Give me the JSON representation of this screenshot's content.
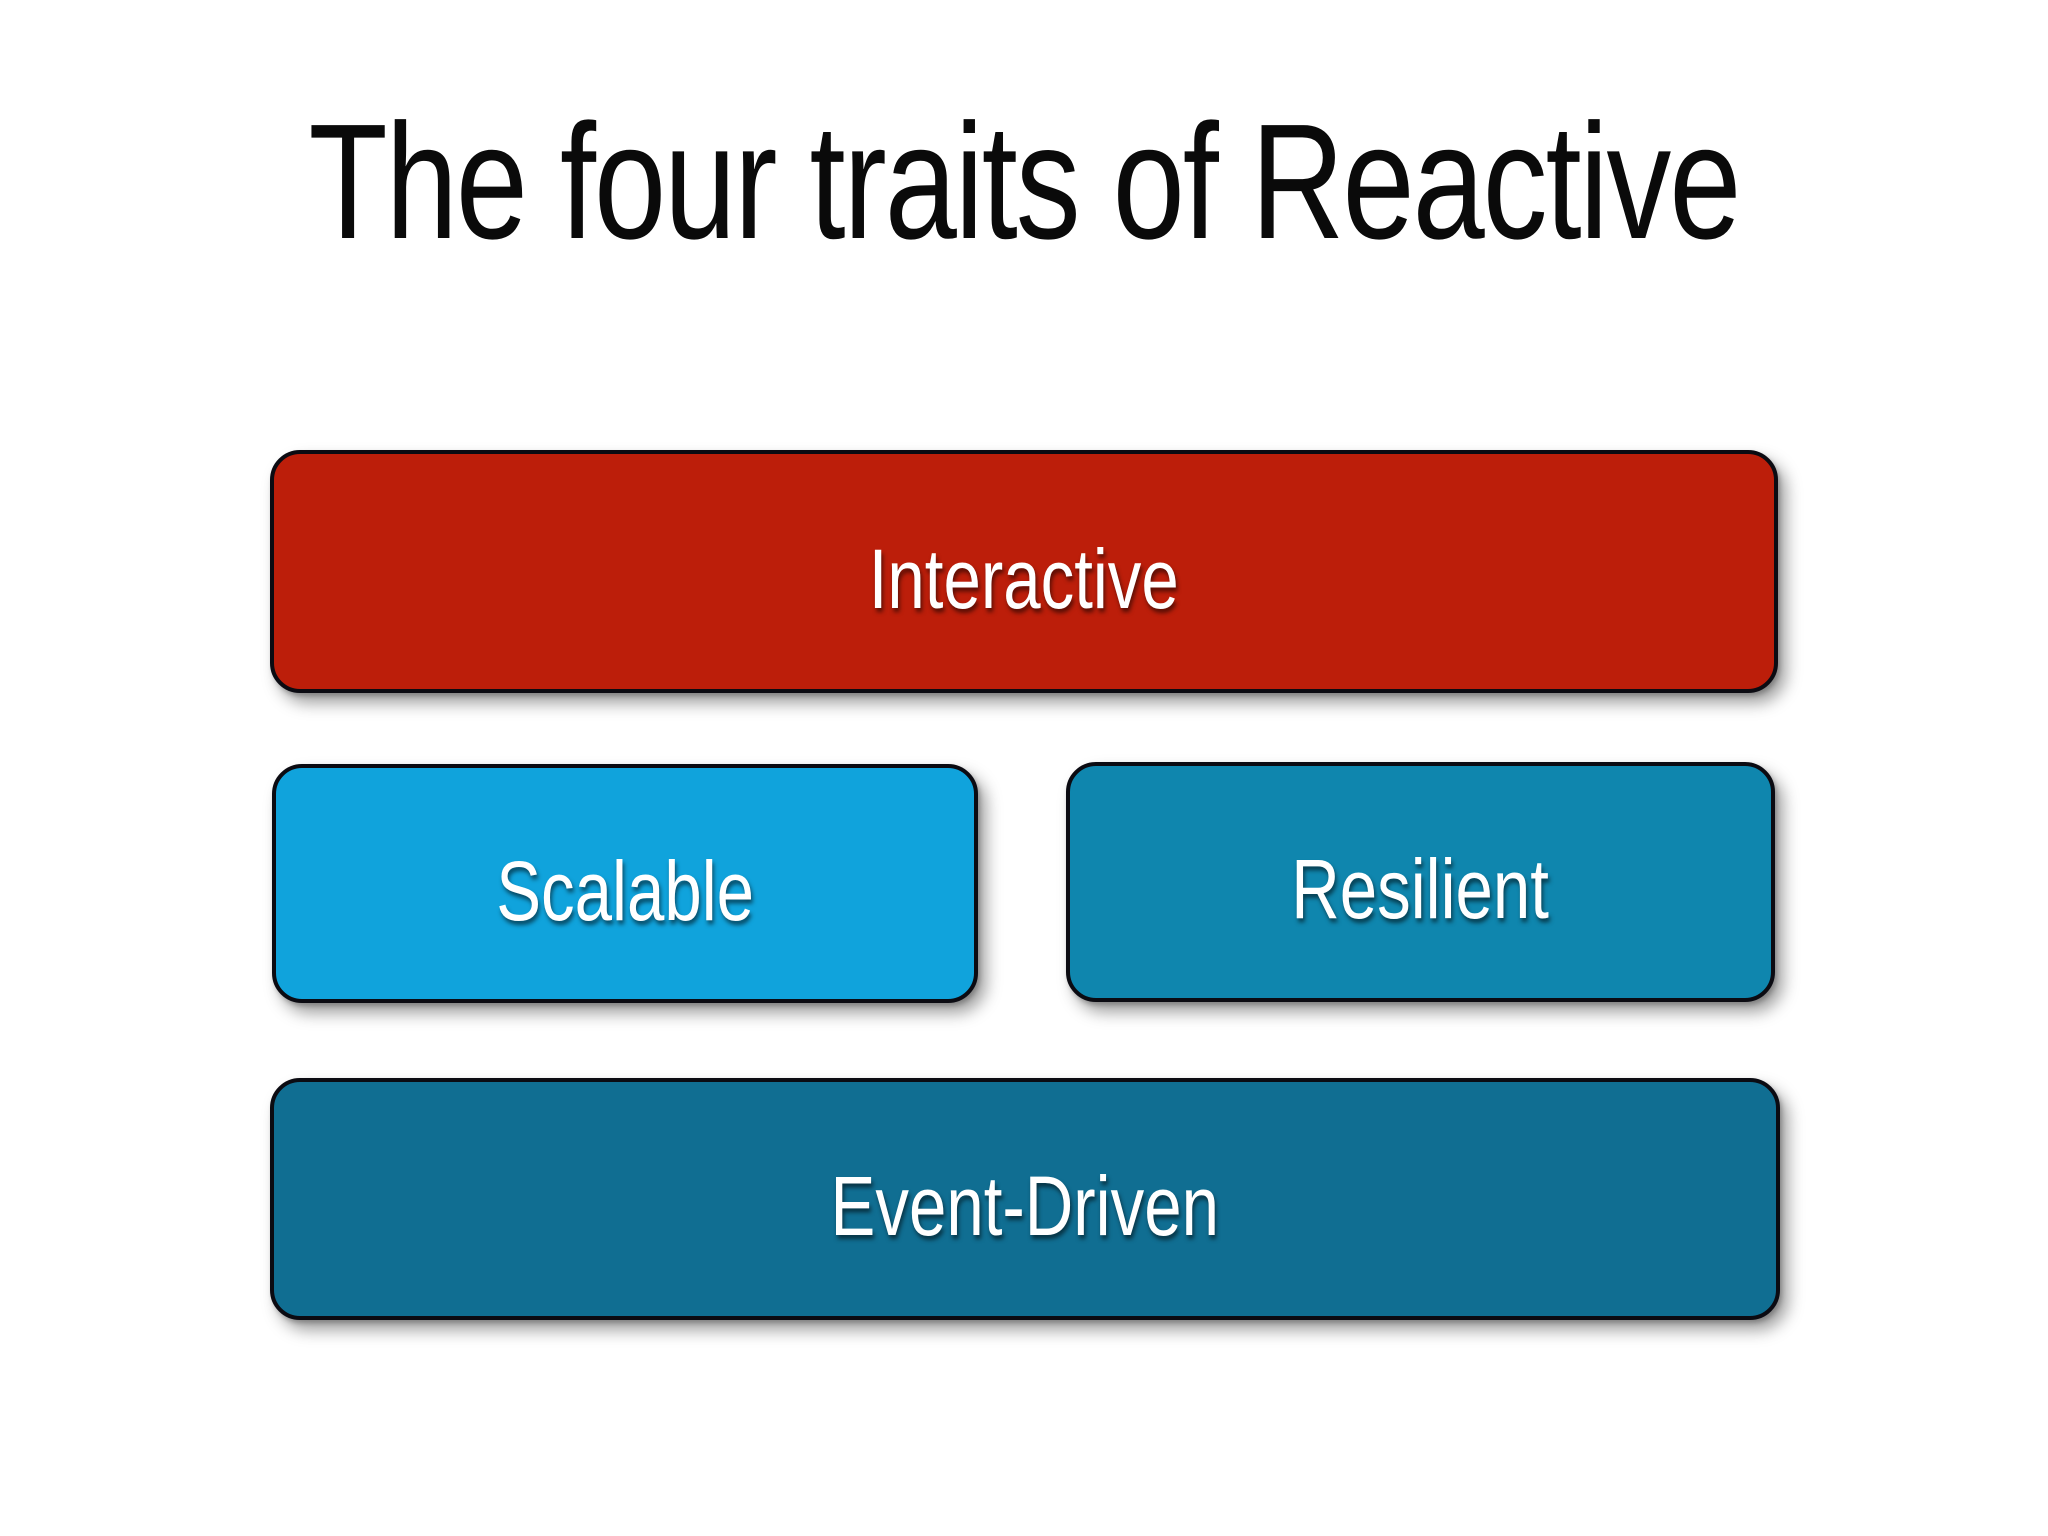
{
  "slide": {
    "title": "The four traits of Reactive",
    "background_color": "#ffffff",
    "title_color": "#0a0a0a",
    "box_border_color": "#0b0b12",
    "label_text_color": "#ffffff"
  },
  "traits": [
    {
      "label": "Interactive",
      "fill_color": "#bc1e0a"
    },
    {
      "label": "Scalable",
      "fill_color": "#10a3dc"
    },
    {
      "label": "Resilient",
      "fill_color": "#0f86ae"
    },
    {
      "label": "Event-Driven",
      "fill_color": "#106e92"
    }
  ]
}
